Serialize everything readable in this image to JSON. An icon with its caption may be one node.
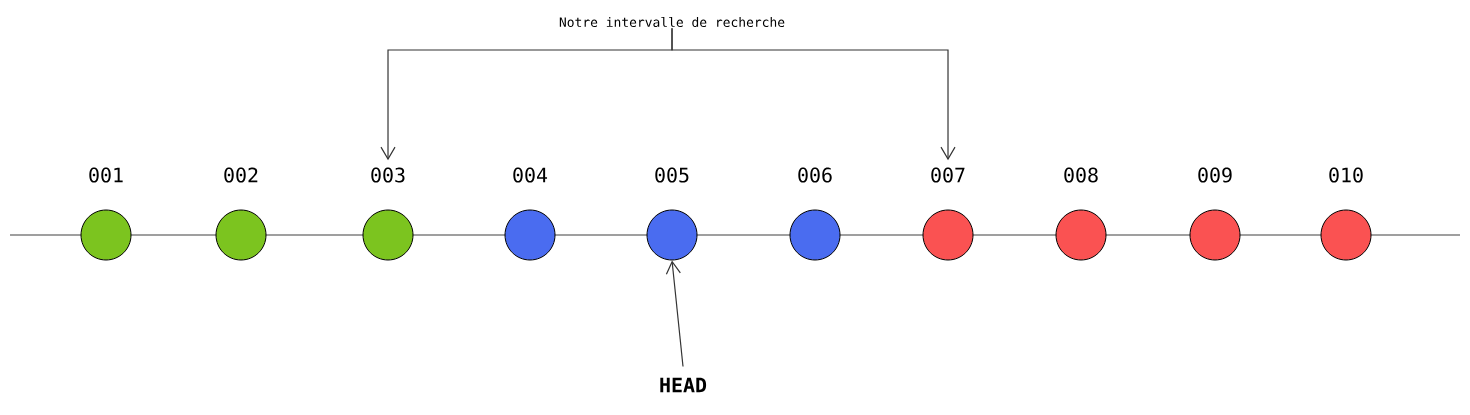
{
  "diagram": {
    "nodes": [
      {
        "text": [
          "Notre intervalle de recherche"
        ]
      },
      {
        "text": [
          "001"
        ]
      },
      {
        "text": [
          "002"
        ]
      },
      {
        "text": [
          "003"
        ]
      },
      {
        "text": [
          "004"
        ]
      },
      {
        "text": [
          "005"
        ]
      },
      {
        "text": [
          "006"
        ]
      },
      {
        "text": [
          "007"
        ]
      },
      {
        "text": [
          "008"
        ]
      },
      {
        "text": [
          "009"
        ]
      },
      {
        "text": [
          "010"
        ]
      },
      {
        "text": [
          "HEAD"
        ]
      }
    ],
    "edges": [
      {
        "from": 0,
        "to": 3,
        "arrow": "to"
      },
      {
        "from": 0,
        "to": 7,
        "arrow": "to"
      },
      {
        "from": 11,
        "to": 5,
        "arrow": "to"
      }
    ]
  }
}
